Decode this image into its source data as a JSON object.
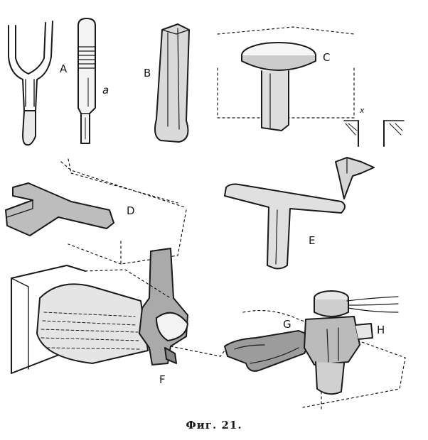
{
  "figure": {
    "caption": "Фиг. 21.",
    "labels": {
      "A": "A",
      "a": "a",
      "B": "B",
      "C": "C",
      "x": "x",
      "D": "D",
      "E": "E",
      "F": "F",
      "G": "G",
      "H": "H"
    }
  },
  "colors": {
    "ink": "#1a1a1a",
    "paper": "#ffffff"
  }
}
